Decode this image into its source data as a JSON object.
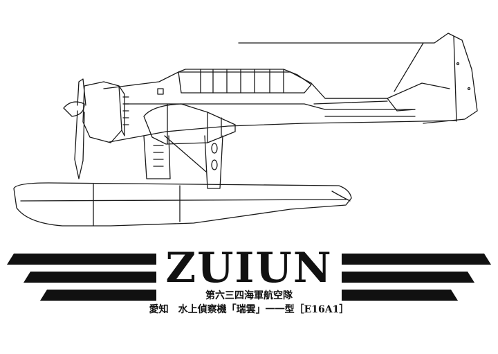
{
  "illustration": {
    "subject": "aircraft-side-profile",
    "line_color": "#1a1a1a",
    "background": "#ffffff"
  },
  "title": {
    "main": "ZUIUN",
    "unit": "第六三四海軍航空隊",
    "designation": "愛知　水上偵察機「瑞雲」一一型［E16A1］"
  },
  "decoration": {
    "stripe_color": "#111111"
  }
}
